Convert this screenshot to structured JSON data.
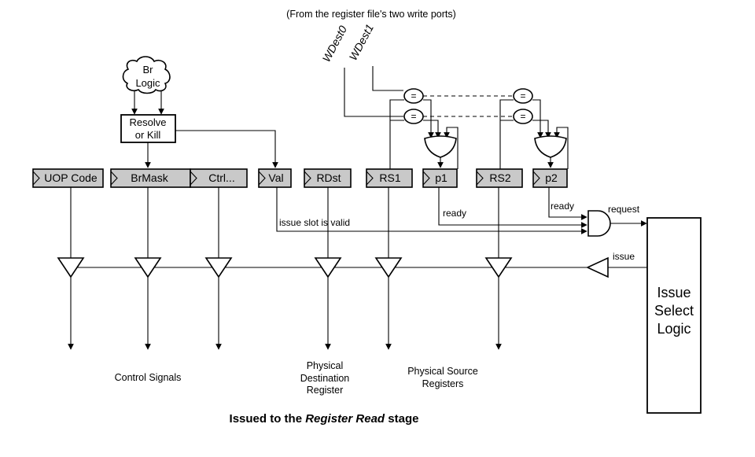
{
  "header": {
    "top_note": "(From the register file's two write ports)"
  },
  "write_ports": [
    "WDest0",
    "WDest1"
  ],
  "logic": {
    "br_logic_line1": "Br",
    "br_logic_line2": "Logic",
    "resolve_line1": "Resolve",
    "resolve_line2": "or Kill"
  },
  "fields": {
    "uop_code": "UOP Code",
    "br_mask": "BrMask",
    "ctrl": "Ctrl...",
    "val": "Val",
    "rdst": "RDst",
    "rs1": "RS1",
    "p1": "p1",
    "rs2": "RS2",
    "p2": "p2"
  },
  "comparator_symbol": "=",
  "signals": {
    "ready": "ready",
    "issue_slot_valid": "issue slot is valid",
    "request": "request",
    "issue": "issue"
  },
  "issue_select": {
    "line1": "Issue",
    "line2": "Select",
    "line3": "Logic"
  },
  "outputs": {
    "control_signals": "Control Signals",
    "phys_dest_line1": "Physical",
    "phys_dest_line2": "Destination",
    "phys_dest_line3": "Register",
    "phys_src_line1": "Physical Source",
    "phys_src_line2": "Registers"
  },
  "footer": {
    "prefix": "Issued to the ",
    "emphasis": "Register Read",
    "suffix": " stage"
  }
}
